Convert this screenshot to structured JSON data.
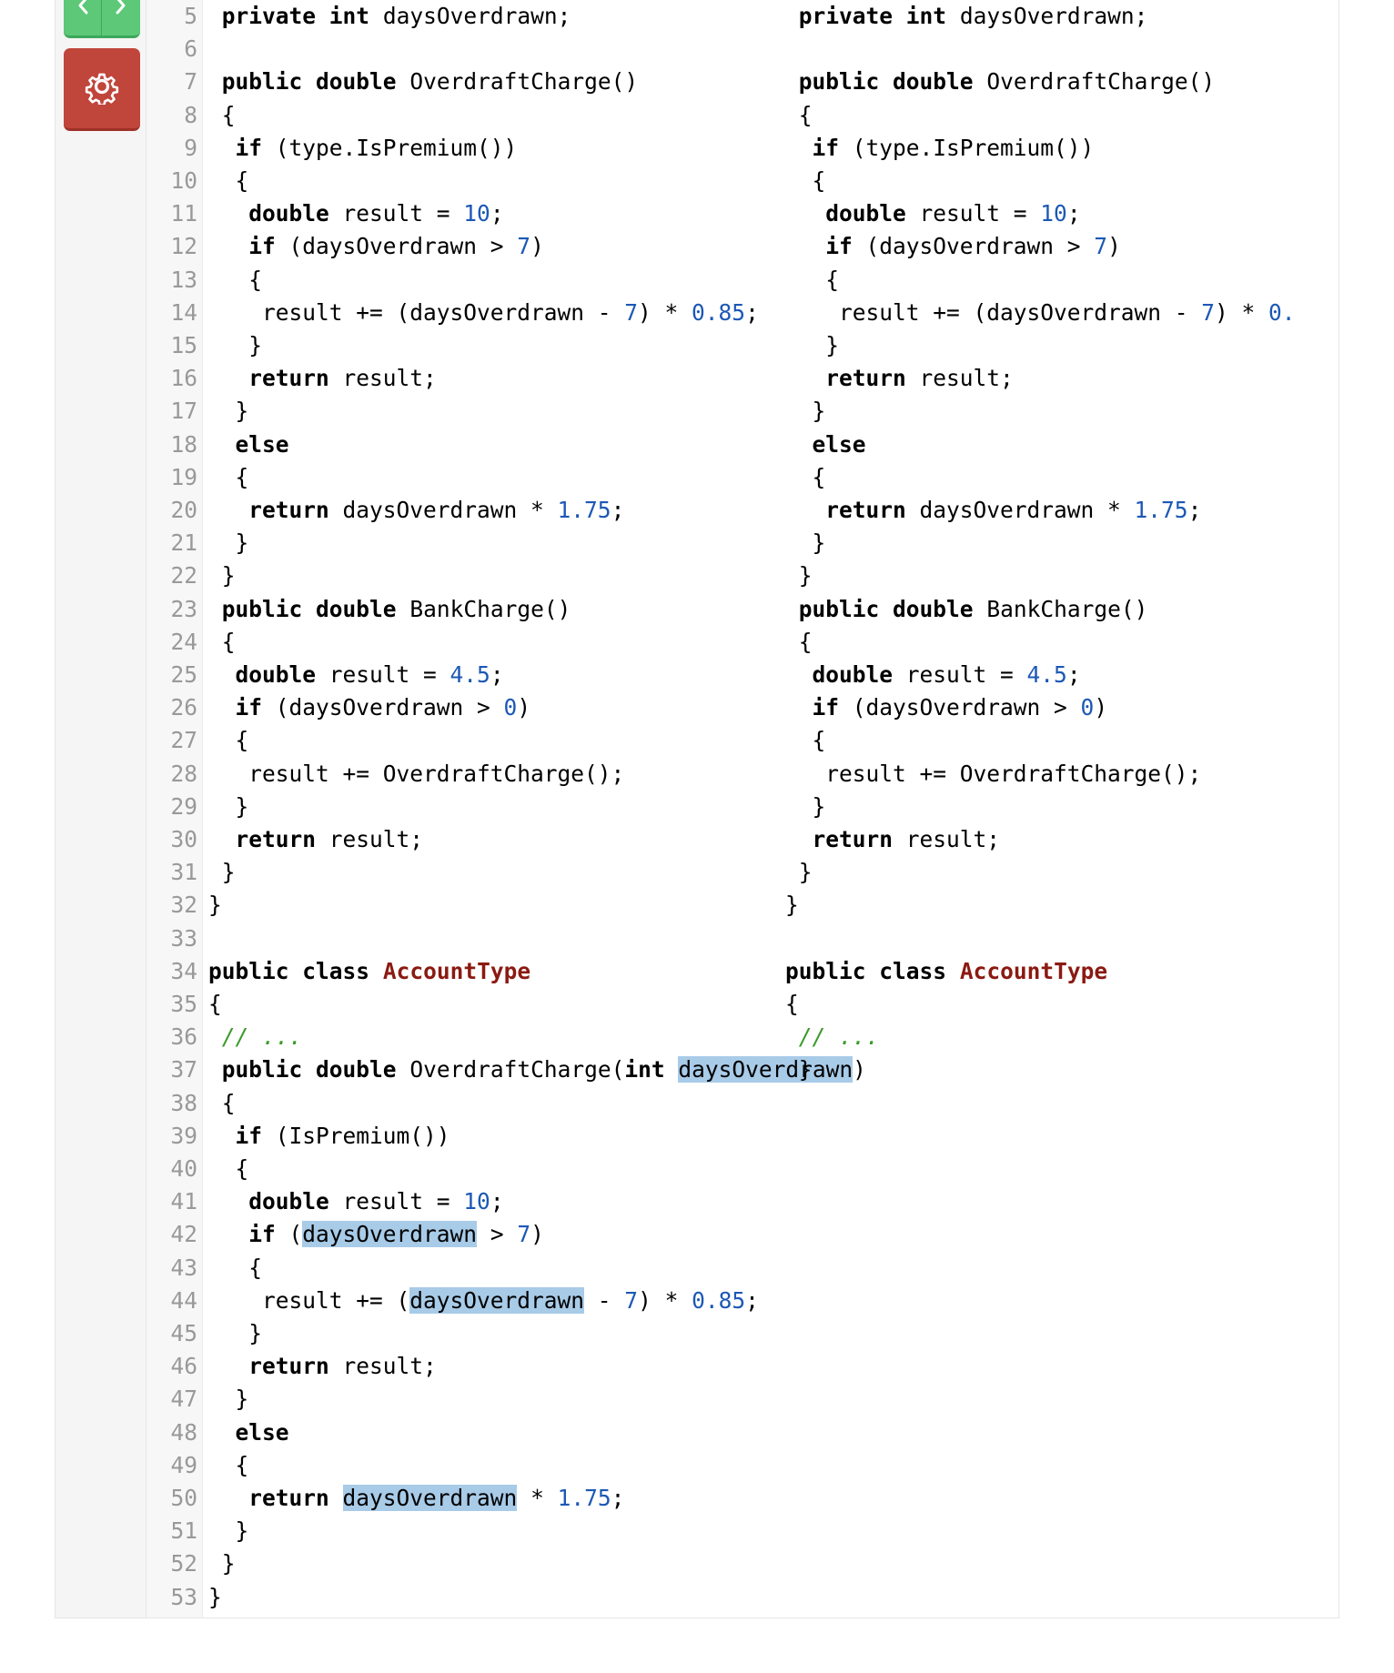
{
  "toolbar": {
    "nav_button": {
      "icons": [
        "chevron-left-icon",
        "chevron-right-icon"
      ]
    },
    "settings_button": {
      "icon": "gear-icon"
    }
  },
  "colors": {
    "keyword": "#000000",
    "number": "#1c58b5",
    "type_name": "#8a1a12",
    "comment": "#3a9a2a",
    "highlight": "#a8cbe8",
    "line_number": "#999999",
    "nav_button": "#5cc878",
    "settings_button": "#c0453b"
  },
  "line_numbers": [
    "5",
    "6",
    "7",
    "8",
    "9",
    "10",
    "11",
    "12",
    "13",
    "14",
    "15",
    "16",
    "17",
    "18",
    "19",
    "20",
    "21",
    "22",
    "23",
    "24",
    "25",
    "26",
    "27",
    "28",
    "29",
    "30",
    "31",
    "32",
    "33",
    "34",
    "35",
    "36",
    "37",
    "38",
    "39",
    "40",
    "41",
    "42",
    "43",
    "44",
    "45",
    "46",
    "47",
    "48",
    "49",
    "50",
    "51",
    "52",
    "53"
  ],
  "panes": {
    "left": [
      [
        [
          " ",
          "private",
          "kw"
        ],
        [
          " ",
          "int",
          "kw"
        ],
        [
          " daysOverdrawn;",
          ""
        ]
      ],
      [],
      [
        [
          " ",
          "public",
          "kw"
        ],
        [
          " ",
          "double",
          "kw"
        ],
        [
          " OverdraftCharge()",
          ""
        ]
      ],
      [
        [
          " {",
          ""
        ]
      ],
      [
        [
          "  ",
          "if",
          "kw"
        ],
        [
          " (type.IsPremium())",
          ""
        ]
      ],
      [
        [
          "  {",
          ""
        ]
      ],
      [
        [
          "   ",
          "double",
          "kw"
        ],
        [
          " result = ",
          ""
        ],
        [
          "10",
          "num"
        ],
        [
          ";",
          ""
        ]
      ],
      [
        [
          "   ",
          "if",
          "kw"
        ],
        [
          " (daysOverdrawn > ",
          ""
        ],
        [
          "7",
          "num"
        ],
        [
          ")",
          ""
        ]
      ],
      [
        [
          "   {",
          ""
        ]
      ],
      [
        [
          "    result += (daysOverdrawn - ",
          ""
        ],
        [
          "7",
          "num"
        ],
        [
          ") * ",
          ""
        ],
        [
          "0.85",
          "num"
        ],
        [
          ";",
          ""
        ]
      ],
      [
        [
          "   }",
          ""
        ]
      ],
      [
        [
          "   ",
          "return",
          "kw"
        ],
        [
          " result;",
          ""
        ]
      ],
      [
        [
          "  }",
          ""
        ]
      ],
      [
        [
          "  ",
          "else",
          "kw"
        ]
      ],
      [
        [
          "  {",
          ""
        ]
      ],
      [
        [
          "   ",
          "return",
          "kw"
        ],
        [
          " daysOverdrawn * ",
          ""
        ],
        [
          "1.75",
          "num"
        ],
        [
          ";",
          ""
        ]
      ],
      [
        [
          "  }",
          ""
        ]
      ],
      [
        [
          " }",
          ""
        ]
      ],
      [
        [
          " ",
          "public",
          "kw"
        ],
        [
          " ",
          "double",
          "kw"
        ],
        [
          " BankCharge()",
          ""
        ]
      ],
      [
        [
          " {",
          ""
        ]
      ],
      [
        [
          "  ",
          "double",
          "kw"
        ],
        [
          " result = ",
          ""
        ],
        [
          "4.5",
          "num"
        ],
        [
          ";",
          ""
        ]
      ],
      [
        [
          "  ",
          "if",
          "kw"
        ],
        [
          " (daysOverdrawn > ",
          ""
        ],
        [
          "0",
          "num"
        ],
        [
          ")",
          ""
        ]
      ],
      [
        [
          "  {",
          ""
        ]
      ],
      [
        [
          "   result += OverdraftCharge();",
          ""
        ]
      ],
      [
        [
          "  }",
          ""
        ]
      ],
      [
        [
          "  ",
          "return",
          "kw"
        ],
        [
          " result;",
          ""
        ]
      ],
      [
        [
          " }",
          ""
        ]
      ],
      [
        [
          "}",
          ""
        ]
      ],
      [],
      [
        [
          "public",
          "kw"
        ],
        [
          " ",
          "class",
          "kw"
        ],
        [
          " ",
          ""
        ],
        [
          "AccountType",
          "ty"
        ]
      ],
      [
        [
          "{",
          ""
        ]
      ],
      [
        [
          " ",
          ""
        ],
        [
          "// ...",
          "cm"
        ]
      ],
      [
        [
          " ",
          "public",
          "kw"
        ],
        [
          " ",
          "double",
          "kw"
        ],
        [
          " OverdraftCharge(",
          ""
        ],
        [
          "int",
          "kw"
        ],
        [
          " ",
          ""
        ],
        [
          "daysOverdrawn",
          "hl"
        ],
        [
          ")",
          ""
        ]
      ],
      [
        [
          " {",
          ""
        ]
      ],
      [
        [
          "  ",
          "if",
          "kw"
        ],
        [
          " (IsPremium())",
          ""
        ]
      ],
      [
        [
          "  {",
          ""
        ]
      ],
      [
        [
          "   ",
          "double",
          "kw"
        ],
        [
          " result = ",
          ""
        ],
        [
          "10",
          "num"
        ],
        [
          ";",
          ""
        ]
      ],
      [
        [
          "   ",
          "if",
          "kw"
        ],
        [
          " (",
          ""
        ],
        [
          "daysOverdrawn",
          "hl"
        ],
        [
          " > ",
          ""
        ],
        [
          "7",
          "num"
        ],
        [
          ")",
          ""
        ]
      ],
      [
        [
          "   {",
          ""
        ]
      ],
      [
        [
          "    result += (",
          ""
        ],
        [
          "daysOverdrawn",
          "hl"
        ],
        [
          " - ",
          ""
        ],
        [
          "7",
          "num"
        ],
        [
          ") * ",
          ""
        ],
        [
          "0.85",
          "num"
        ],
        [
          ";",
          ""
        ]
      ],
      [
        [
          "   }",
          ""
        ]
      ],
      [
        [
          "   ",
          "return",
          "kw"
        ],
        [
          " result;",
          ""
        ]
      ],
      [
        [
          "  }",
          ""
        ]
      ],
      [
        [
          "  ",
          "else",
          "kw"
        ]
      ],
      [
        [
          "  {",
          ""
        ]
      ],
      [
        [
          "   ",
          "return",
          "kw"
        ],
        [
          " ",
          ""
        ],
        [
          "daysOverdrawn",
          "hl"
        ],
        [
          " * ",
          ""
        ],
        [
          "1.75",
          "num"
        ],
        [
          ";",
          ""
        ]
      ],
      [
        [
          "  }",
          ""
        ]
      ],
      [
        [
          " }",
          ""
        ]
      ],
      [
        [
          "}",
          ""
        ]
      ]
    ],
    "right": [
      [
        [
          " ",
          "private",
          "kw"
        ],
        [
          " ",
          "int",
          "kw"
        ],
        [
          " daysOverdrawn;",
          ""
        ]
      ],
      [],
      [
        [
          " ",
          "public",
          "kw"
        ],
        [
          " ",
          "double",
          "kw"
        ],
        [
          " OverdraftCharge()",
          ""
        ]
      ],
      [
        [
          " {",
          ""
        ]
      ],
      [
        [
          "  ",
          "if",
          "kw"
        ],
        [
          " (type.IsPremium())",
          ""
        ]
      ],
      [
        [
          "  {",
          ""
        ]
      ],
      [
        [
          "   ",
          "double",
          "kw"
        ],
        [
          " result = ",
          ""
        ],
        [
          "10",
          "num"
        ],
        [
          ";",
          ""
        ]
      ],
      [
        [
          "   ",
          "if",
          "kw"
        ],
        [
          " (daysOverdrawn > ",
          ""
        ],
        [
          "7",
          "num"
        ],
        [
          ")",
          ""
        ]
      ],
      [
        [
          "   {",
          ""
        ]
      ],
      [
        [
          "    result += (daysOverdrawn - ",
          ""
        ],
        [
          "7",
          "num"
        ],
        [
          ") * ",
          ""
        ],
        [
          "0.",
          "num"
        ]
      ],
      [
        [
          "   }",
          ""
        ]
      ],
      [
        [
          "   ",
          "return",
          "kw"
        ],
        [
          " result;",
          ""
        ]
      ],
      [
        [
          "  }",
          ""
        ]
      ],
      [
        [
          "  ",
          "else",
          "kw"
        ]
      ],
      [
        [
          "  {",
          ""
        ]
      ],
      [
        [
          "   ",
          "return",
          "kw"
        ],
        [
          " daysOverdrawn * ",
          ""
        ],
        [
          "1.75",
          "num"
        ],
        [
          ";",
          ""
        ]
      ],
      [
        [
          "  }",
          ""
        ]
      ],
      [
        [
          " }",
          ""
        ]
      ],
      [
        [
          " ",
          "public",
          "kw"
        ],
        [
          " ",
          "double",
          "kw"
        ],
        [
          " BankCharge()",
          ""
        ]
      ],
      [
        [
          " {",
          ""
        ]
      ],
      [
        [
          "  ",
          "double",
          "kw"
        ],
        [
          " result = ",
          ""
        ],
        [
          "4.5",
          "num"
        ],
        [
          ";",
          ""
        ]
      ],
      [
        [
          "  ",
          "if",
          "kw"
        ],
        [
          " (daysOverdrawn > ",
          ""
        ],
        [
          "0",
          "num"
        ],
        [
          ")",
          ""
        ]
      ],
      [
        [
          "  {",
          ""
        ]
      ],
      [
        [
          "   result += OverdraftCharge();",
          ""
        ]
      ],
      [
        [
          "  }",
          ""
        ]
      ],
      [
        [
          "  ",
          "return",
          "kw"
        ],
        [
          " result;",
          ""
        ]
      ],
      [
        [
          " }",
          ""
        ]
      ],
      [
        [
          "}",
          ""
        ]
      ],
      [],
      [
        [
          "public",
          "kw"
        ],
        [
          " ",
          "class",
          "kw"
        ],
        [
          " ",
          ""
        ],
        [
          "AccountType",
          "ty"
        ]
      ],
      [
        [
          "{",
          ""
        ]
      ],
      [
        [
          " ",
          ""
        ],
        [
          "// ...",
          "cm"
        ]
      ],
      [
        [
          " }",
          ""
        ]
      ]
    ]
  }
}
